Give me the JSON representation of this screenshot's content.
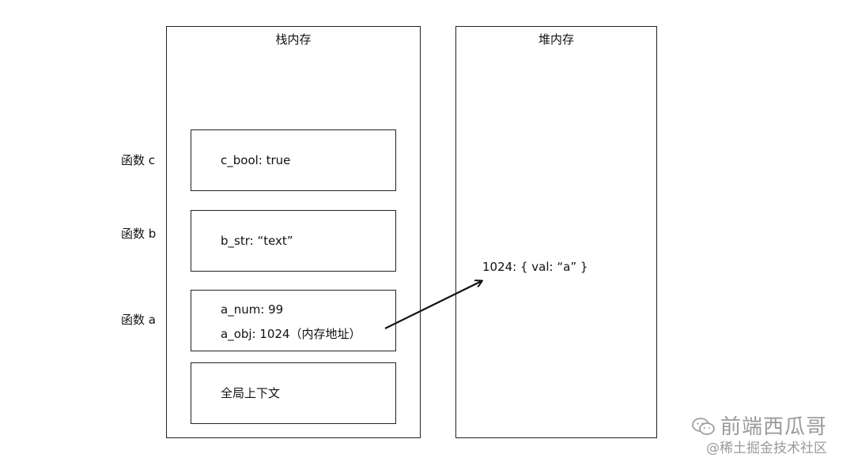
{
  "stack": {
    "title": "栈内存",
    "frames": {
      "c": {
        "label": "函数 c",
        "lines": [
          "c_bool: true"
        ]
      },
      "b": {
        "label": "函数 b",
        "lines": [
          "b_str: “text”"
        ]
      },
      "a": {
        "label": "函数 a",
        "lines": [
          "a_num: 99",
          "a_obj: 1024（内存地址）"
        ]
      },
      "global": {
        "lines": [
          "全局上下文"
        ]
      }
    }
  },
  "heap": {
    "title": "堆内存",
    "value": "1024: { val: “a” }"
  },
  "watermark": {
    "main": "前端西瓜哥",
    "sub": "@稀土掘金技术社区",
    "icon": "wechat-icon"
  }
}
